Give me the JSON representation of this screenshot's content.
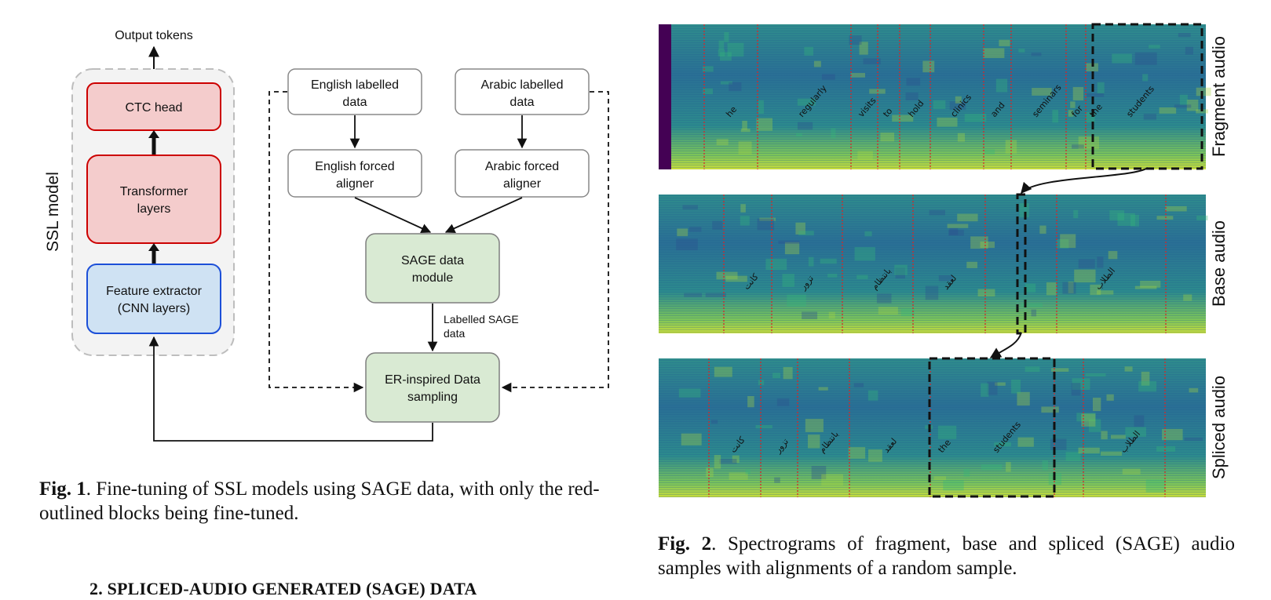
{
  "fig1": {
    "output_label": "Output tokens",
    "ssl_label": "SSL model",
    "ctc_head": "CTC head",
    "transformer": [
      "Transformer",
      "layers"
    ],
    "feature_extractor": [
      "Feature extractor",
      "(CNN layers)"
    ],
    "english_data": [
      "English labelled",
      "data"
    ],
    "arabic_data": [
      "Arabic labelled",
      "data"
    ],
    "english_aligner": [
      "English forced",
      "aligner"
    ],
    "arabic_aligner": [
      "Arabic forced",
      "aligner"
    ],
    "sage_module": [
      "SAGE data",
      "module"
    ],
    "labelled_sage": [
      "Labelled SAGE",
      "data"
    ],
    "er_sampling": [
      "ER-inspired Data",
      "sampling"
    ],
    "colors": {
      "red_fill": "#f4cccc",
      "red_stroke": "#cc0000",
      "blue_fill": "#cfe2f3",
      "blue_stroke": "#1c4fd8",
      "green_fill": "#d9ead3",
      "gray_fill": "#f3f3f3"
    }
  },
  "fig2": {
    "panels": [
      {
        "label": "Fragment audio",
        "words": [
          "he",
          "regularly",
          "visits",
          "to",
          "hold",
          "clinics",
          "and",
          "seminars",
          "for",
          "the",
          "students"
        ]
      },
      {
        "label": "Base audio",
        "words": [
          "كانت",
          "تزور",
          "بانتظام",
          "لعقد",
          "الطلاب"
        ]
      },
      {
        "label": "Spliced audio",
        "words": [
          "كانت",
          "تزور",
          "بانتظام",
          "لعقد",
          "the",
          "students",
          "الطلاب"
        ]
      }
    ]
  },
  "captions": {
    "fig1_label": "Fig. 1",
    "fig1_text": ". Fine-tuning of SSL models using SAGE data, with only the red-outlined blocks being fine-tuned.",
    "fig2_label": "Fig. 2",
    "fig2_text": ". Spectrograms of fragment, base and spliced (SAGE) audio samples with alignments of a random sample."
  },
  "section_heading": "2.  SPLICED-AUDIO GENERATED (SAGE) DATA"
}
